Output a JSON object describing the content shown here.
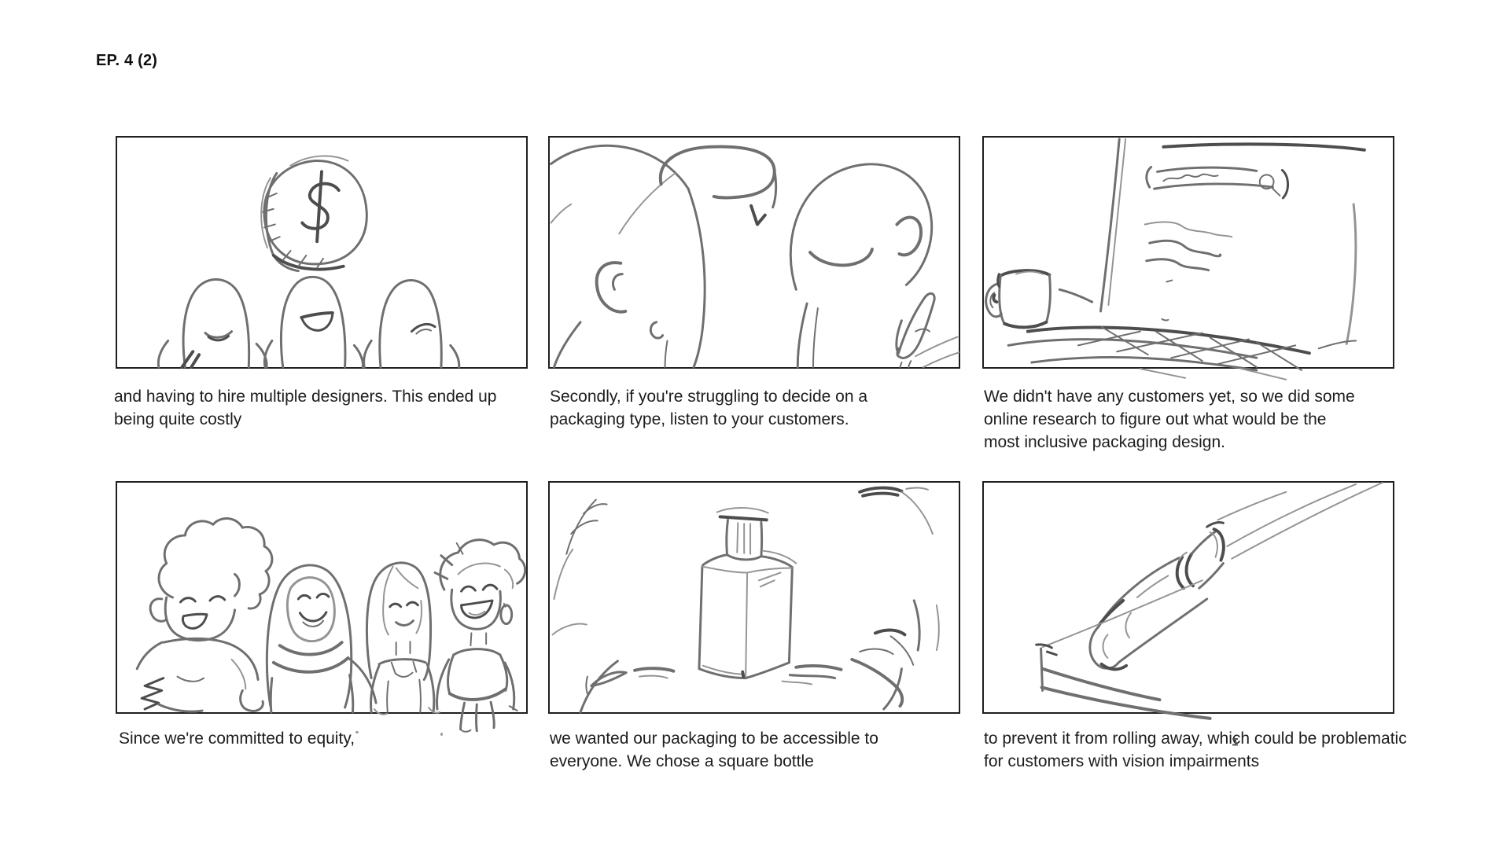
{
  "page": {
    "title": "EP. 4 (2)"
  },
  "panels": [
    {
      "alt": "sketch of a dollar coin above three customer heads",
      "caption_lines": [
        "and having to hire multiple designers. This ended up",
        "being quite costly"
      ]
    },
    {
      "alt": "sketch of two people talking with a speech bubble, one waving",
      "caption_lines": [
        "Secondly, if you're struggling to decide on a",
        "packaging type, listen to your customers."
      ]
    },
    {
      "alt": "sketch of a laptop showing a search page beside a mug",
      "caption_lines": [
        "We didn't have any customers yet, so we did some",
        "online research to figure out what would be the",
        "most inclusive packaging design."
      ]
    },
    {
      "alt": "sketch of four smiling diverse people",
      "caption_lines": [
        "Since we're committed to equity,"
      ]
    },
    {
      "alt": "sketch of a square bottle surrounded by plants",
      "caption_lines": [
        "we wanted our packaging to be accessible to",
        "everyone. We chose a square bottle"
      ]
    },
    {
      "alt": "sketch of a bottle lying near the edge of a table",
      "caption_lines": [
        "to prevent it from rolling away, which could be problematic",
        "for customers with vision impairments"
      ]
    }
  ]
}
